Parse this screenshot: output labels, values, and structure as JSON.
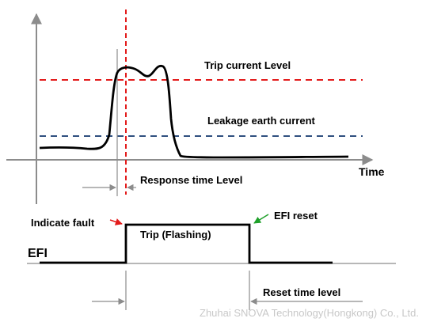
{
  "labels": {
    "trip_current_level": "Trip current Level",
    "leakage_earth_current": "Leakage earth current",
    "time": "Time",
    "response_time_level": "Response time Level",
    "indicate_fault": "Indicate fault",
    "efi_reset": "EFI reset",
    "trip_flashing": "Trip (Flashing)",
    "efi": "EFI",
    "reset_time_level": "Reset time level"
  },
  "watermark": "Zhuhai SNOVA Technology(Hongkong) Co., Ltd.",
  "colors": {
    "trip_level_line": "#e31b1b",
    "leakage_level_line": "#2f4f7f",
    "axis": "#8c8c8c",
    "signal": "#000000",
    "indicate_fault_arrow": "#e31b1b",
    "efi_reset_arrow": "#1fa02a"
  }
}
